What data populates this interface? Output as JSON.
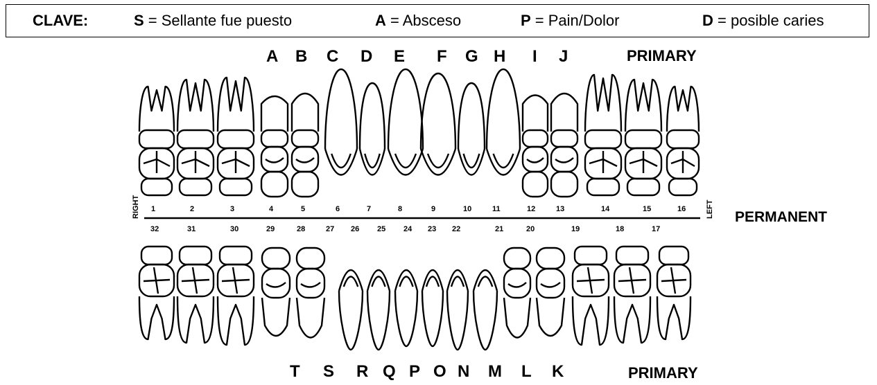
{
  "key": {
    "title": "CLAVE:",
    "items": [
      {
        "code": "S",
        "text": " = Sellante fue puesto"
      },
      {
        "code": "A",
        "text": " = Absceso"
      },
      {
        "code": "P",
        "text": " = Pain/Dolor"
      },
      {
        "code": "D",
        "text": " = posible caries"
      }
    ]
  },
  "upper_primary_letters": [
    "A",
    "B",
    "C",
    "D",
    "E",
    "F",
    "G",
    "H",
    "I",
    "J"
  ],
  "lower_primary_letters": [
    "T",
    "S",
    "R",
    "Q",
    "P",
    "O",
    "N",
    "M",
    "L",
    "K"
  ],
  "primary_label": "PRIMARY",
  "permanent_label": "PERMANENT",
  "upper_permanent_numbers": [
    "1",
    "2",
    "3",
    "4",
    "5",
    "6",
    "7",
    "8",
    "9",
    "10",
    "11",
    "12",
    "13",
    "14",
    "15",
    "16"
  ],
  "lower_permanent_numbers": [
    "32",
    "31",
    "30",
    "29",
    "28",
    "27",
    "26",
    "25",
    "24",
    "23",
    "22",
    "21",
    "20",
    "19",
    "18",
    "17"
  ],
  "side_right": "RIGHT",
  "side_left": "LEFT"
}
